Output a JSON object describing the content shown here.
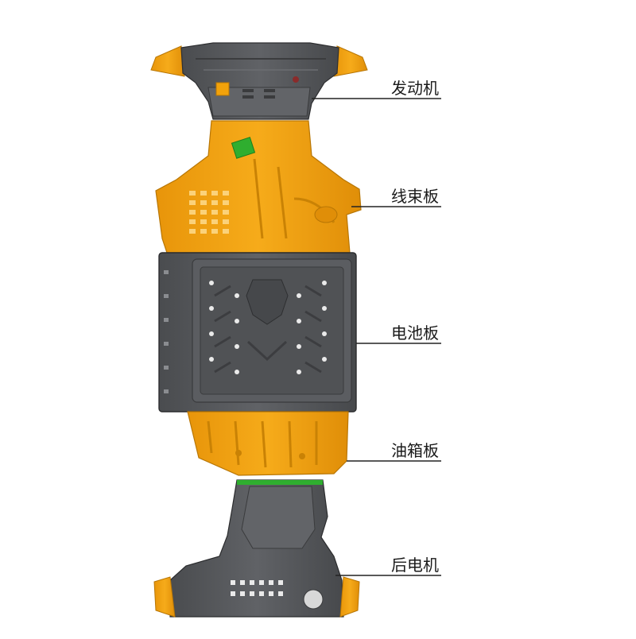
{
  "callouts": {
    "engine_label": "发动机",
    "harness_label": "线束板",
    "battery_label": "电池板",
    "fuel_tank_label": "油箱板",
    "rear_motor_label": "后电机"
  },
  "colors": {
    "plate_yellow": "#f2a20b",
    "plate_yellow_dark": "#c98205",
    "plate_gray": "#56585b",
    "plate_gray_dark": "#3a3b3d",
    "plate_gray_light": "#7a7c80",
    "accent_green": "#2fae2f",
    "leader_line": "#222222"
  }
}
